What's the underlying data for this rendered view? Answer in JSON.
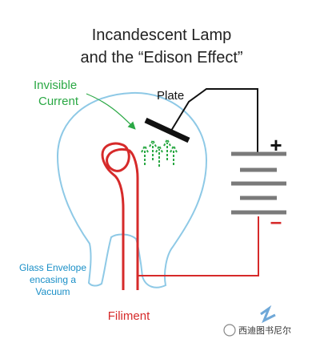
{
  "title": {
    "line1": "Incandescent Lamp",
    "line2": "and the “Edison Effect”"
  },
  "labels": {
    "invisible_line1": "Invisible",
    "invisible_line2": "Current",
    "plate": "Plate",
    "glass_line1": "Glass Envelope",
    "glass_line2": "encasing a",
    "glass_line3": "Vacuum",
    "filament": "Filiment",
    "battery_plus": "+",
    "battery_minus": "–"
  },
  "watermark": {
    "text": "西迪图书尼尔"
  },
  "colors": {
    "glass": "#8ec9e6",
    "filament": "#d62a2a",
    "current": "#2aa844",
    "wire": "#111111",
    "battery_plate": "#7a7a7a"
  }
}
